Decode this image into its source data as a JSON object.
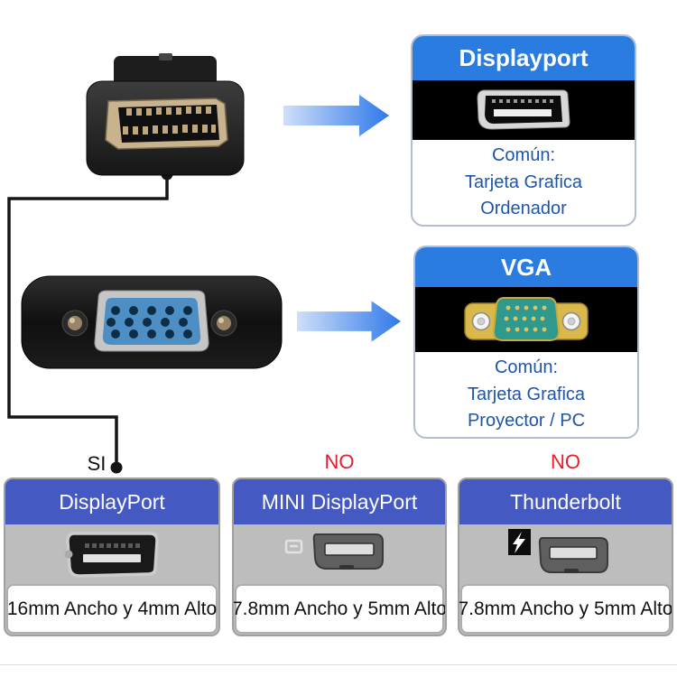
{
  "title": "DisplayPort to VGA adapter compatibility infographic",
  "colors": {
    "top_header_blue": "#2b7ce0",
    "bottom_header_blue": "#4559c2",
    "text_blue": "#1d55aa",
    "no_red": "#e81c2e",
    "arrow_blue": "#2f79ea",
    "card_body_gray": "#bdbdbd",
    "photo_section_black": "#000000"
  },
  "info_cards": [
    {
      "title": "Displayport",
      "port_icon": "displayport-port",
      "lines": [
        "Común:",
        "Tarjeta Grafica",
        "Ordenador"
      ]
    },
    {
      "title": "VGA",
      "port_icon": "vga-male-connector",
      "lines": [
        "Común:",
        "Tarjeta Grafica",
        "Proyector / PC"
      ]
    }
  ],
  "bottom_cards": [
    {
      "verdict": "SI",
      "title": "DisplayPort",
      "size": "16mm Ancho y 4mm Alto",
      "icon": "displayport-connector"
    },
    {
      "verdict": "NO",
      "title": "MINI DisplayPort",
      "size": "7.8mm Ancho y 5mm Alto",
      "icon": "mini-displayport-connector"
    },
    {
      "verdict": "NO",
      "title": "Thunderbolt",
      "size": "7.8mm Ancho y 5mm Alto",
      "icon": "thunderbolt-connector"
    }
  ]
}
